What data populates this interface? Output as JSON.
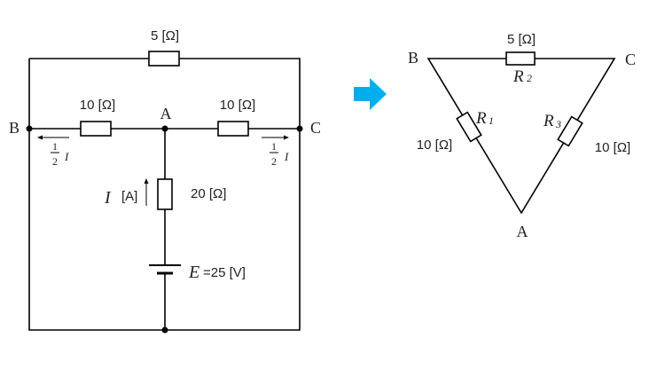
{
  "left_circuit": {
    "top_resistor": "5 [Ω]",
    "left_resistor": "10 [Ω]",
    "right_resistor": "10 [Ω]",
    "center_resistor": "20 [Ω]",
    "node_a": "A",
    "node_b": "B",
    "node_c": "C",
    "half_one": "1",
    "half_two": "2",
    "half_i": "I",
    "current_symbol": "I",
    "current_unit": "[A]",
    "emf_symbol": "E",
    "emf_value": "=25 [V]"
  },
  "right_circuit": {
    "node_a": "A",
    "node_b": "B",
    "node_c": "C",
    "r2_value": "5 [Ω]",
    "r2_symbol": "R",
    "r2_sub": "2",
    "r1_symbol": "R",
    "r1_sub": "1",
    "r1_value": "10 [Ω]",
    "r3_symbol": "R",
    "r3_sub": "3",
    "r3_value": "10 [Ω]"
  },
  "colors": {
    "arrow": "#00aeef",
    "line": "#000000"
  }
}
